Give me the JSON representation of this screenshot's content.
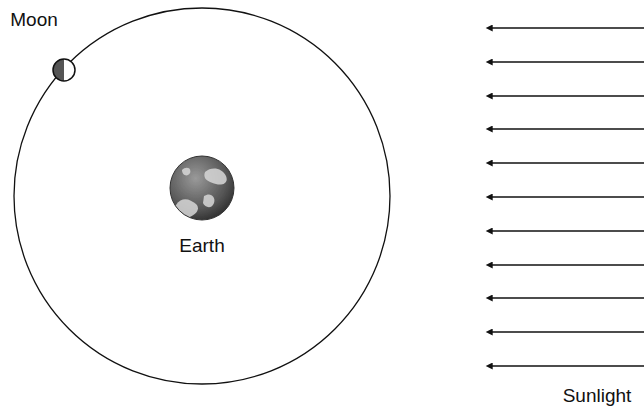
{
  "diagram": {
    "labels": [
      "Moon",
      "Earth",
      "Sunlight"
    ]
  }
}
